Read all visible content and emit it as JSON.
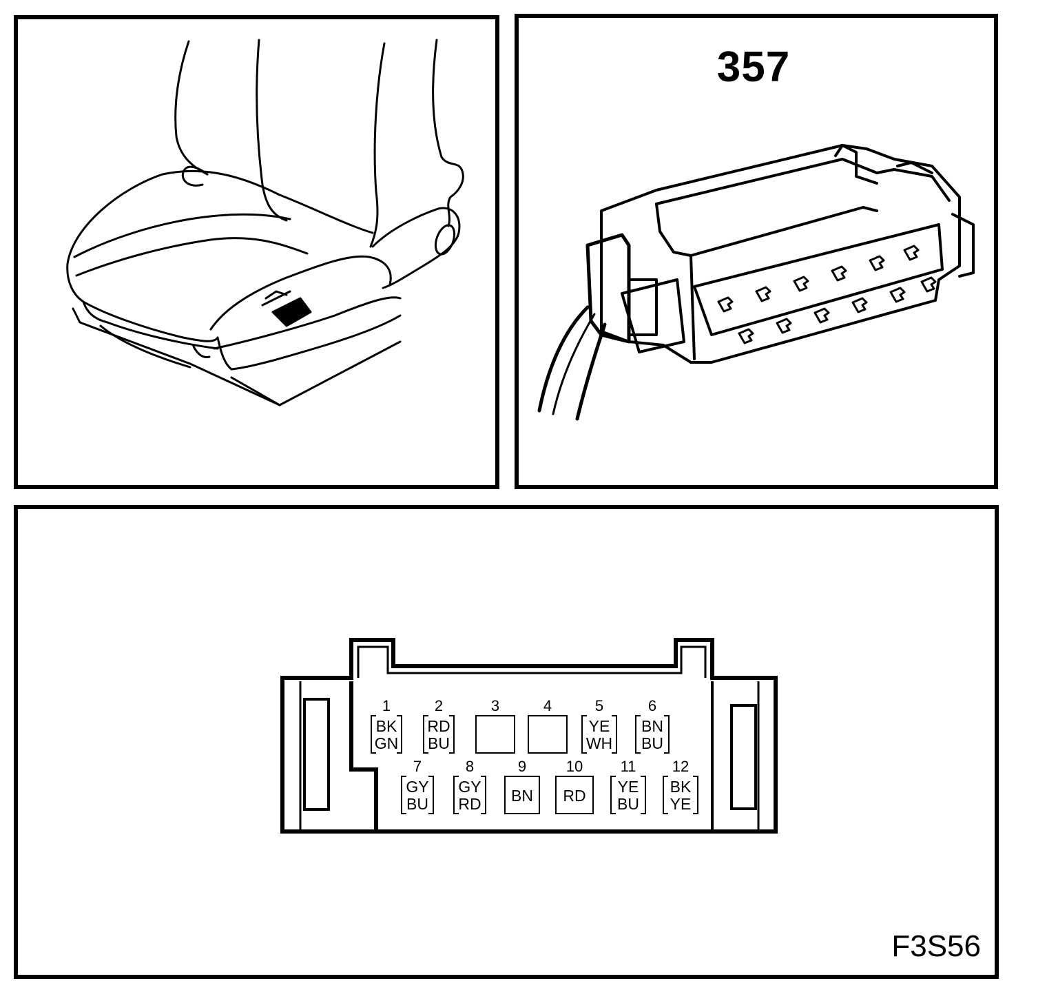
{
  "connector": {
    "number": "357"
  },
  "figure_code": "F3S56",
  "pinout": {
    "top_row": [
      {
        "pin": "1",
        "colors": [
          "BK",
          "GN"
        ]
      },
      {
        "pin": "2",
        "colors": [
          "RD",
          "BU"
        ]
      },
      {
        "pin": "3",
        "colors": []
      },
      {
        "pin": "4",
        "colors": []
      },
      {
        "pin": "5",
        "colors": [
          "YE",
          "WH"
        ]
      },
      {
        "pin": "6",
        "colors": [
          "BN",
          "BU"
        ]
      }
    ],
    "bottom_row": [
      {
        "pin": "7",
        "colors": [
          "GY",
          "BU"
        ]
      },
      {
        "pin": "8",
        "colors": [
          "GY",
          "RD"
        ]
      },
      {
        "pin": "9",
        "colors": [
          "BN"
        ]
      },
      {
        "pin": "10",
        "colors": [
          "RD"
        ]
      },
      {
        "pin": "11",
        "colors": [
          "YE",
          "BU"
        ]
      },
      {
        "pin": "12",
        "colors": [
          "BK",
          "YE"
        ]
      }
    ]
  }
}
